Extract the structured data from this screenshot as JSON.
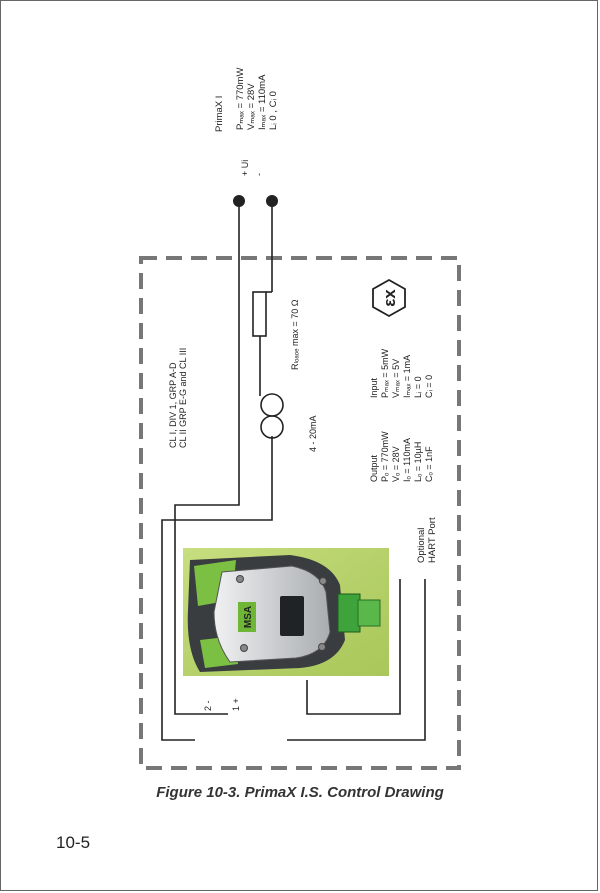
{
  "source": {
    "title": "PrimaX I",
    "params": [
      "Pₘₐₓ = 770mW",
      "Vₘₐₓ = 28V",
      "Iₘₐₓ = 110mA",
      "Lᵢ 0 , Cᵢ 0"
    ],
    "terminal_plus": "+ Ui",
    "terminal_minus": "-"
  },
  "classification": {
    "line1": "CL I, DIV 1, GRP A-D",
    "line2": "CL II GRP E-G and CL III"
  },
  "resistor_label": "Rₗₒₐₒₑ max = 70 Ω",
  "current_source_label": "4 - 20mA",
  "ex_symbol": "εx",
  "input": {
    "title": "Input",
    "lines": [
      "Pₘₐₓ = 5mW",
      "Vₘₐₓ = 5V",
      "Iₘₐₓ = 1mA",
      "Lᵢ = 0",
      "Cᵢ = 0"
    ]
  },
  "output": {
    "title": "Output",
    "lines": [
      "Pₒ = 770mW",
      "Vₒ = 28V",
      "Iₒ = 110mA",
      "Lₒ = 10µH",
      "Cₒ = 1nF"
    ]
  },
  "hart_port": {
    "line1": "Optional",
    "line2": "HART Port"
  },
  "device_terminals": {
    "minus": "2 -",
    "plus": "1 +"
  },
  "device_logo": "MSA",
  "caption": "Figure 10-3. PrimaX I.S. Control Drawing",
  "page_number": "10-5",
  "colors": {
    "dashed_border": "#777777",
    "device_green": "#6fb636",
    "device_body": "#d0d3d6",
    "wire": "#222222"
  }
}
